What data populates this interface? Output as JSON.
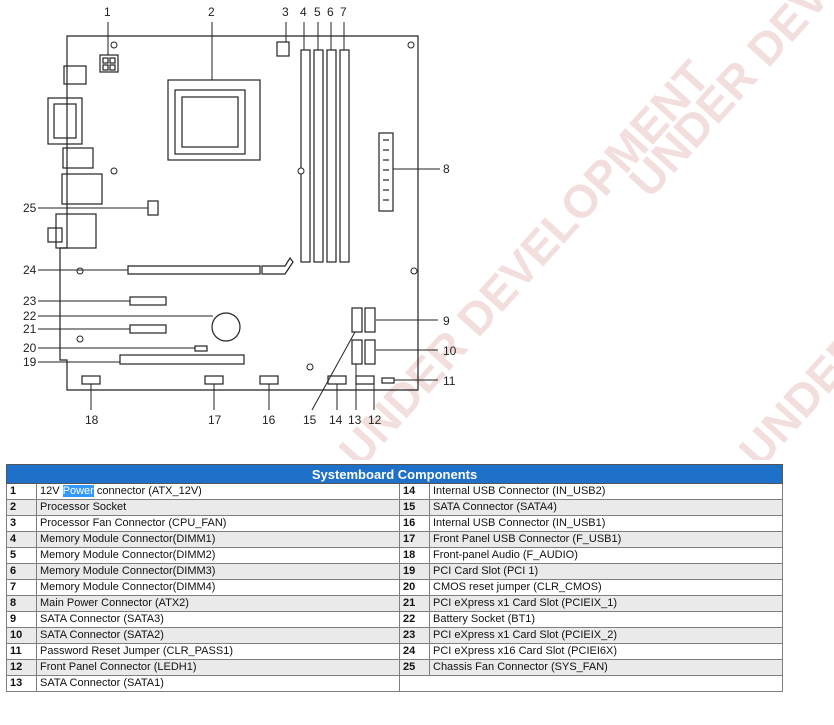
{
  "diagram": {
    "watermark": "UNDER DEVELOPMENT",
    "callouts": [
      "1",
      "2",
      "3",
      "4",
      "5",
      "6",
      "7",
      "8",
      "9",
      "10",
      "11",
      "12",
      "13",
      "14",
      "15",
      "16",
      "17",
      "18",
      "19",
      "20",
      "21",
      "22",
      "23",
      "24",
      "25"
    ]
  },
  "table": {
    "title": "Systemboard Components",
    "highlight_word": "Power",
    "rows": [
      {
        "left_num": "1",
        "left_label": "12V Power connector (ATX_12V)",
        "right_num": "14",
        "right_label": "Internal USB Connector (IN_USB2)"
      },
      {
        "left_num": "2",
        "left_label": "Processor Socket",
        "right_num": "15",
        "right_label": "SATA Connector (SATA4)"
      },
      {
        "left_num": "3",
        "left_label": "Processor Fan Connector (CPU_FAN)",
        "right_num": "16",
        "right_label": "Internal USB Connector (IN_USB1)"
      },
      {
        "left_num": "4",
        "left_label": "Memory Module Connector(DIMM1)",
        "right_num": "17",
        "right_label": "Front Panel USB Connector (F_USB1)"
      },
      {
        "left_num": "5",
        "left_label": "Memory Module Connector(DIMM2)",
        "right_num": "18",
        "right_label": "Front-panel Audio (F_AUDIO)"
      },
      {
        "left_num": "6",
        "left_label": "Memory Module Connector(DIMM3)",
        "right_num": "19",
        "right_label": "PCI Card Slot (PCI 1)"
      },
      {
        "left_num": "7",
        "left_label": "Memory Module Connector(DIMM4)",
        "right_num": "20",
        "right_label": "CMOS reset jumper (CLR_CMOS)"
      },
      {
        "left_num": "8",
        "left_label": "Main Power Connector (ATX2)",
        "right_num": "21",
        "right_label": "PCI eXpress x1 Card Slot (PCIEIX_1)"
      },
      {
        "left_num": "9",
        "left_label": "SATA Connector (SATA3)",
        "right_num": "22",
        "right_label": "Battery Socket (BT1)"
      },
      {
        "left_num": "10",
        "left_label": "SATA Connector (SATA2)",
        "right_num": "23",
        "right_label": "PCI eXpress x1 Card Slot (PCIEIX_2)"
      },
      {
        "left_num": "11",
        "left_label": "Password Reset Jumper (CLR_PASS1)",
        "right_num": "24",
        "right_label": "PCI eXpress x16 Card Slot (PCIEI6X)"
      },
      {
        "left_num": "12",
        "left_label": "Front Panel Connector (LEDH1)",
        "right_num": "25",
        "right_label": "Chassis Fan Connector (SYS_FAN)"
      },
      {
        "left_num": "13",
        "left_label": "SATA Connector (SATA1)",
        "right_num": "",
        "right_label": ""
      }
    ]
  }
}
